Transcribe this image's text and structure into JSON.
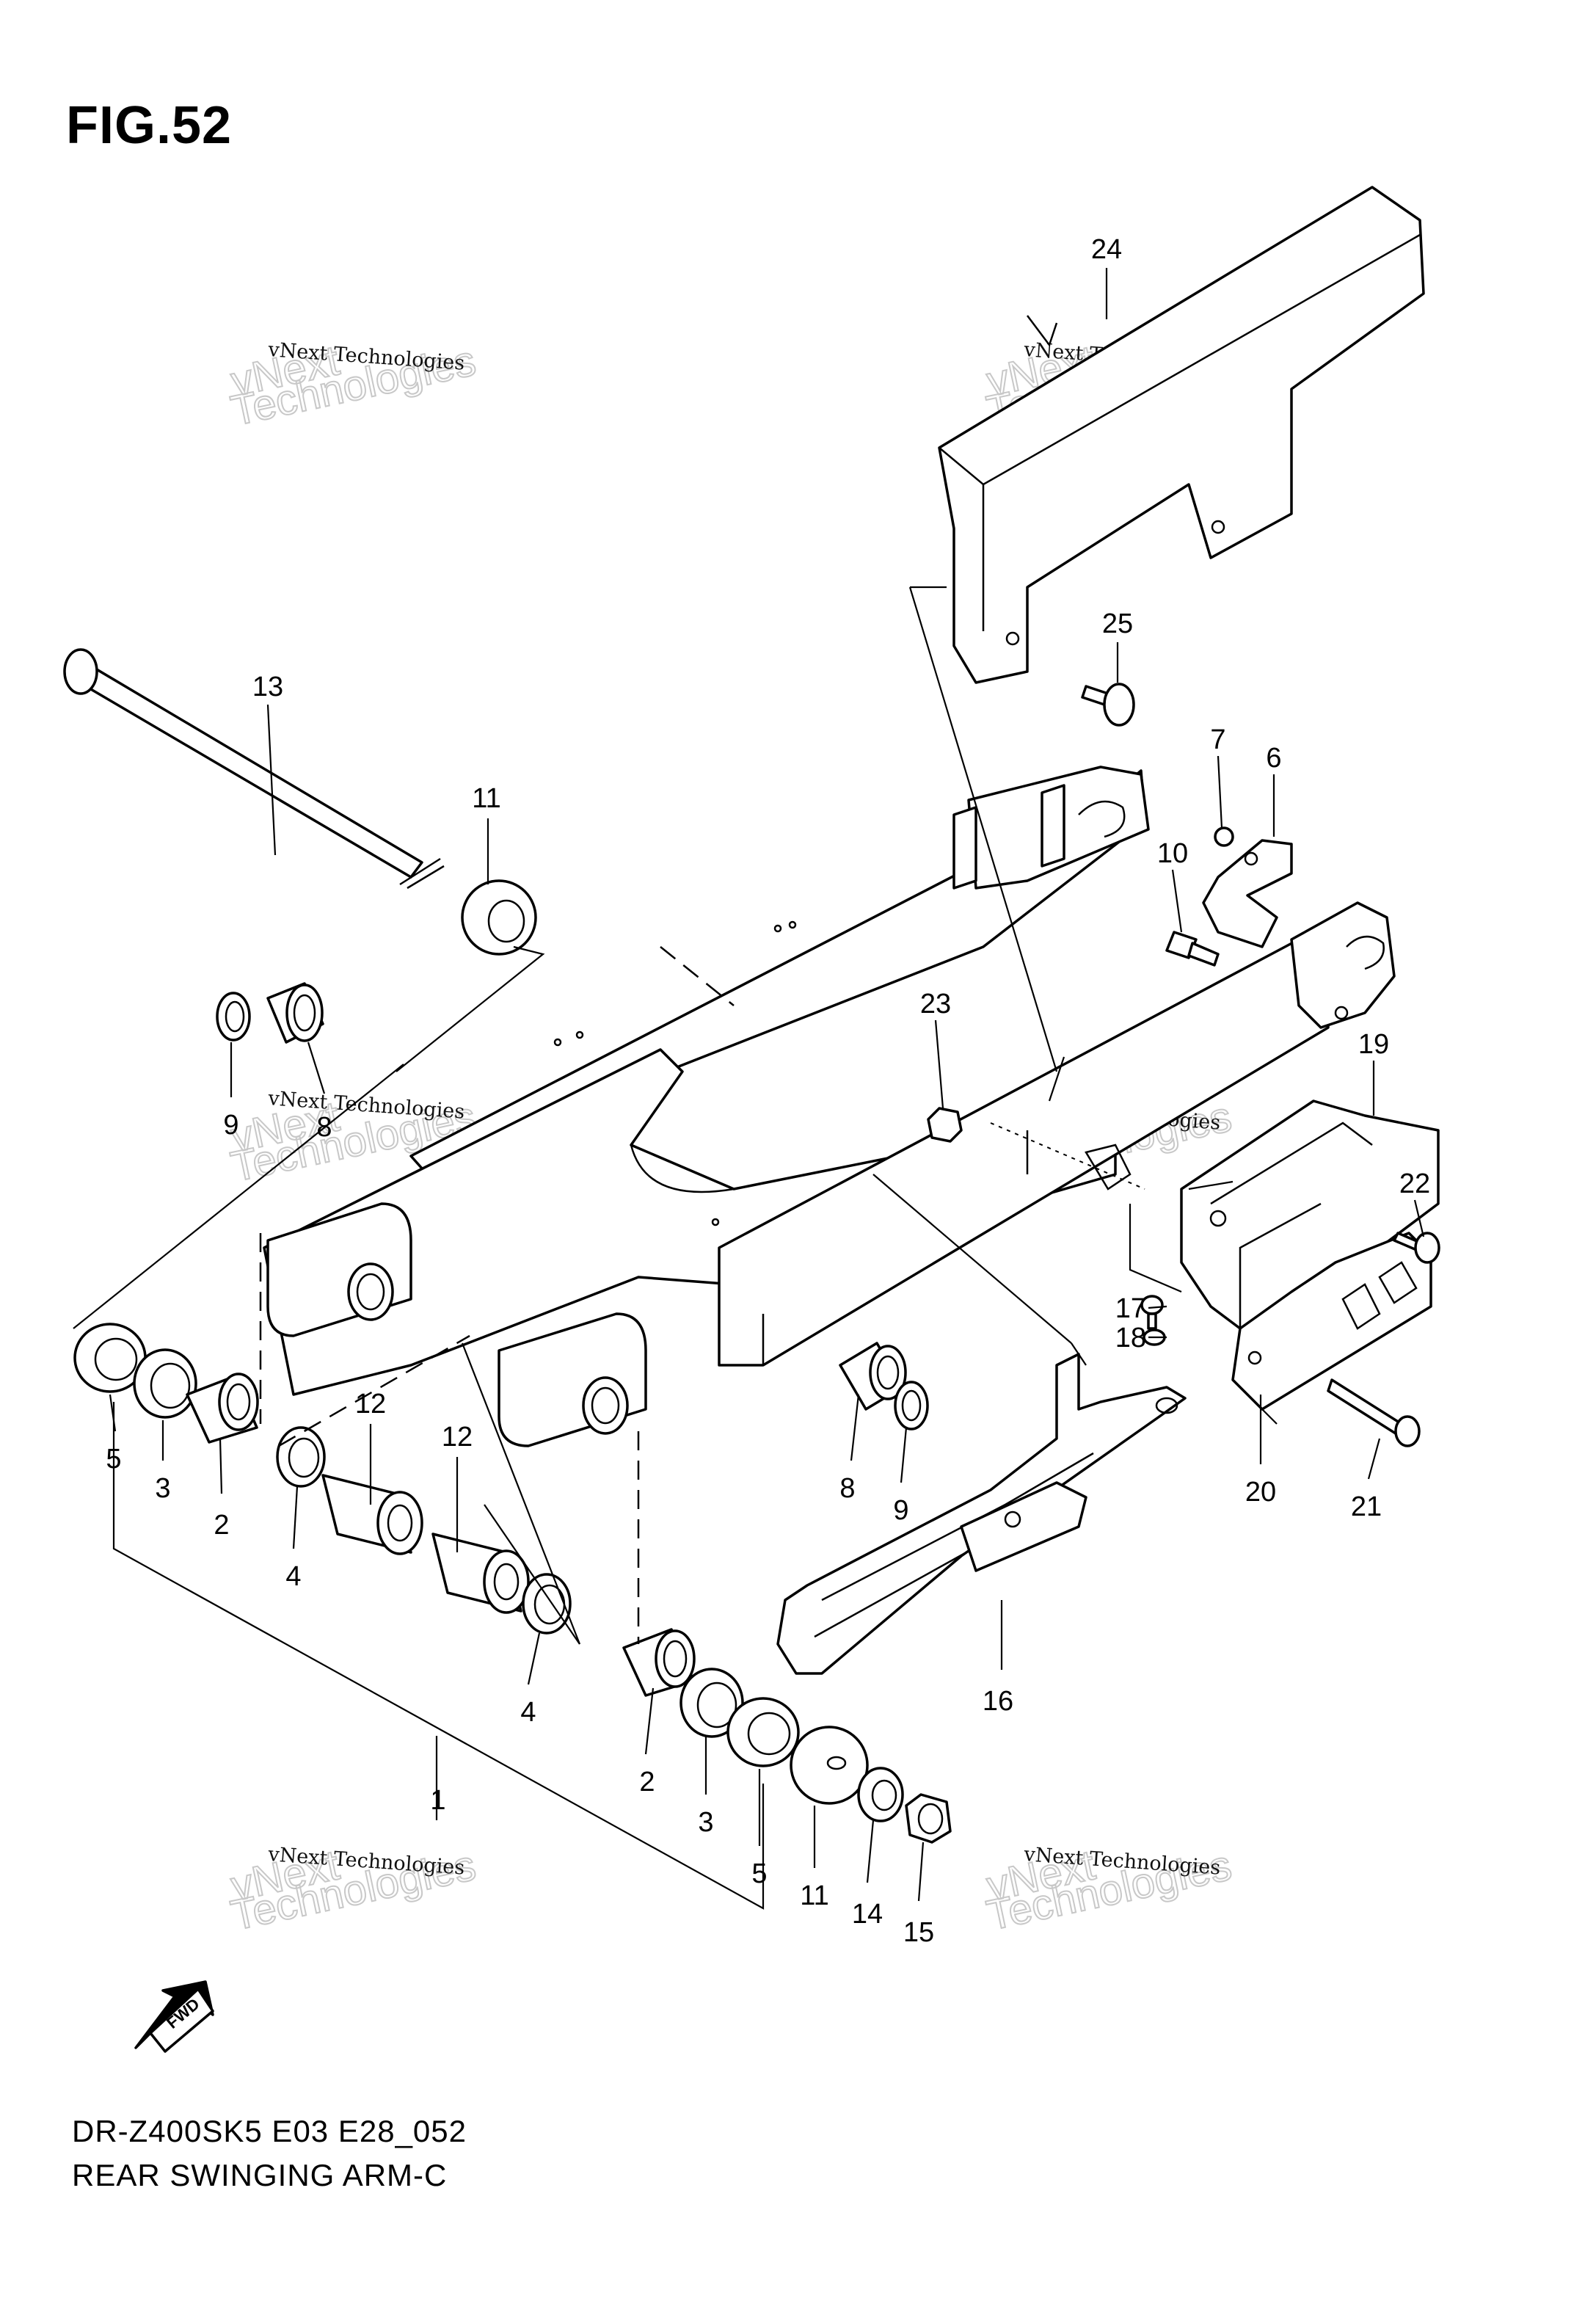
{
  "figure": {
    "title": "FIG.52",
    "model_code": "DR-Z400SK5 E03 E28_052",
    "assembly_name": "REAR SWINGING ARM-C",
    "fwd_label": "FWD"
  },
  "watermark": {
    "line1": "vNext Technologies",
    "line2": "Technologies"
  },
  "callouts": {
    "c1": "1",
    "c2a": "2",
    "c2b": "2",
    "c3a": "3",
    "c3b": "3",
    "c4a": "4",
    "c4b": "4",
    "c5a": "5",
    "c5b": "5",
    "c6": "6",
    "c7": "7",
    "c8a": "8",
    "c8b": "8",
    "c9a": "9",
    "c9b": "9",
    "c10": "10",
    "c11a": "11",
    "c11b": "11",
    "c12a": "12",
    "c12b": "12",
    "c13": "13",
    "c14": "14",
    "c15": "15",
    "c16": "16",
    "c17": "17",
    "c18": "18",
    "c19": "19",
    "c20": "20",
    "c21": "21",
    "c22": "22",
    "c23": "23",
    "c24": "24",
    "c25": "25"
  }
}
